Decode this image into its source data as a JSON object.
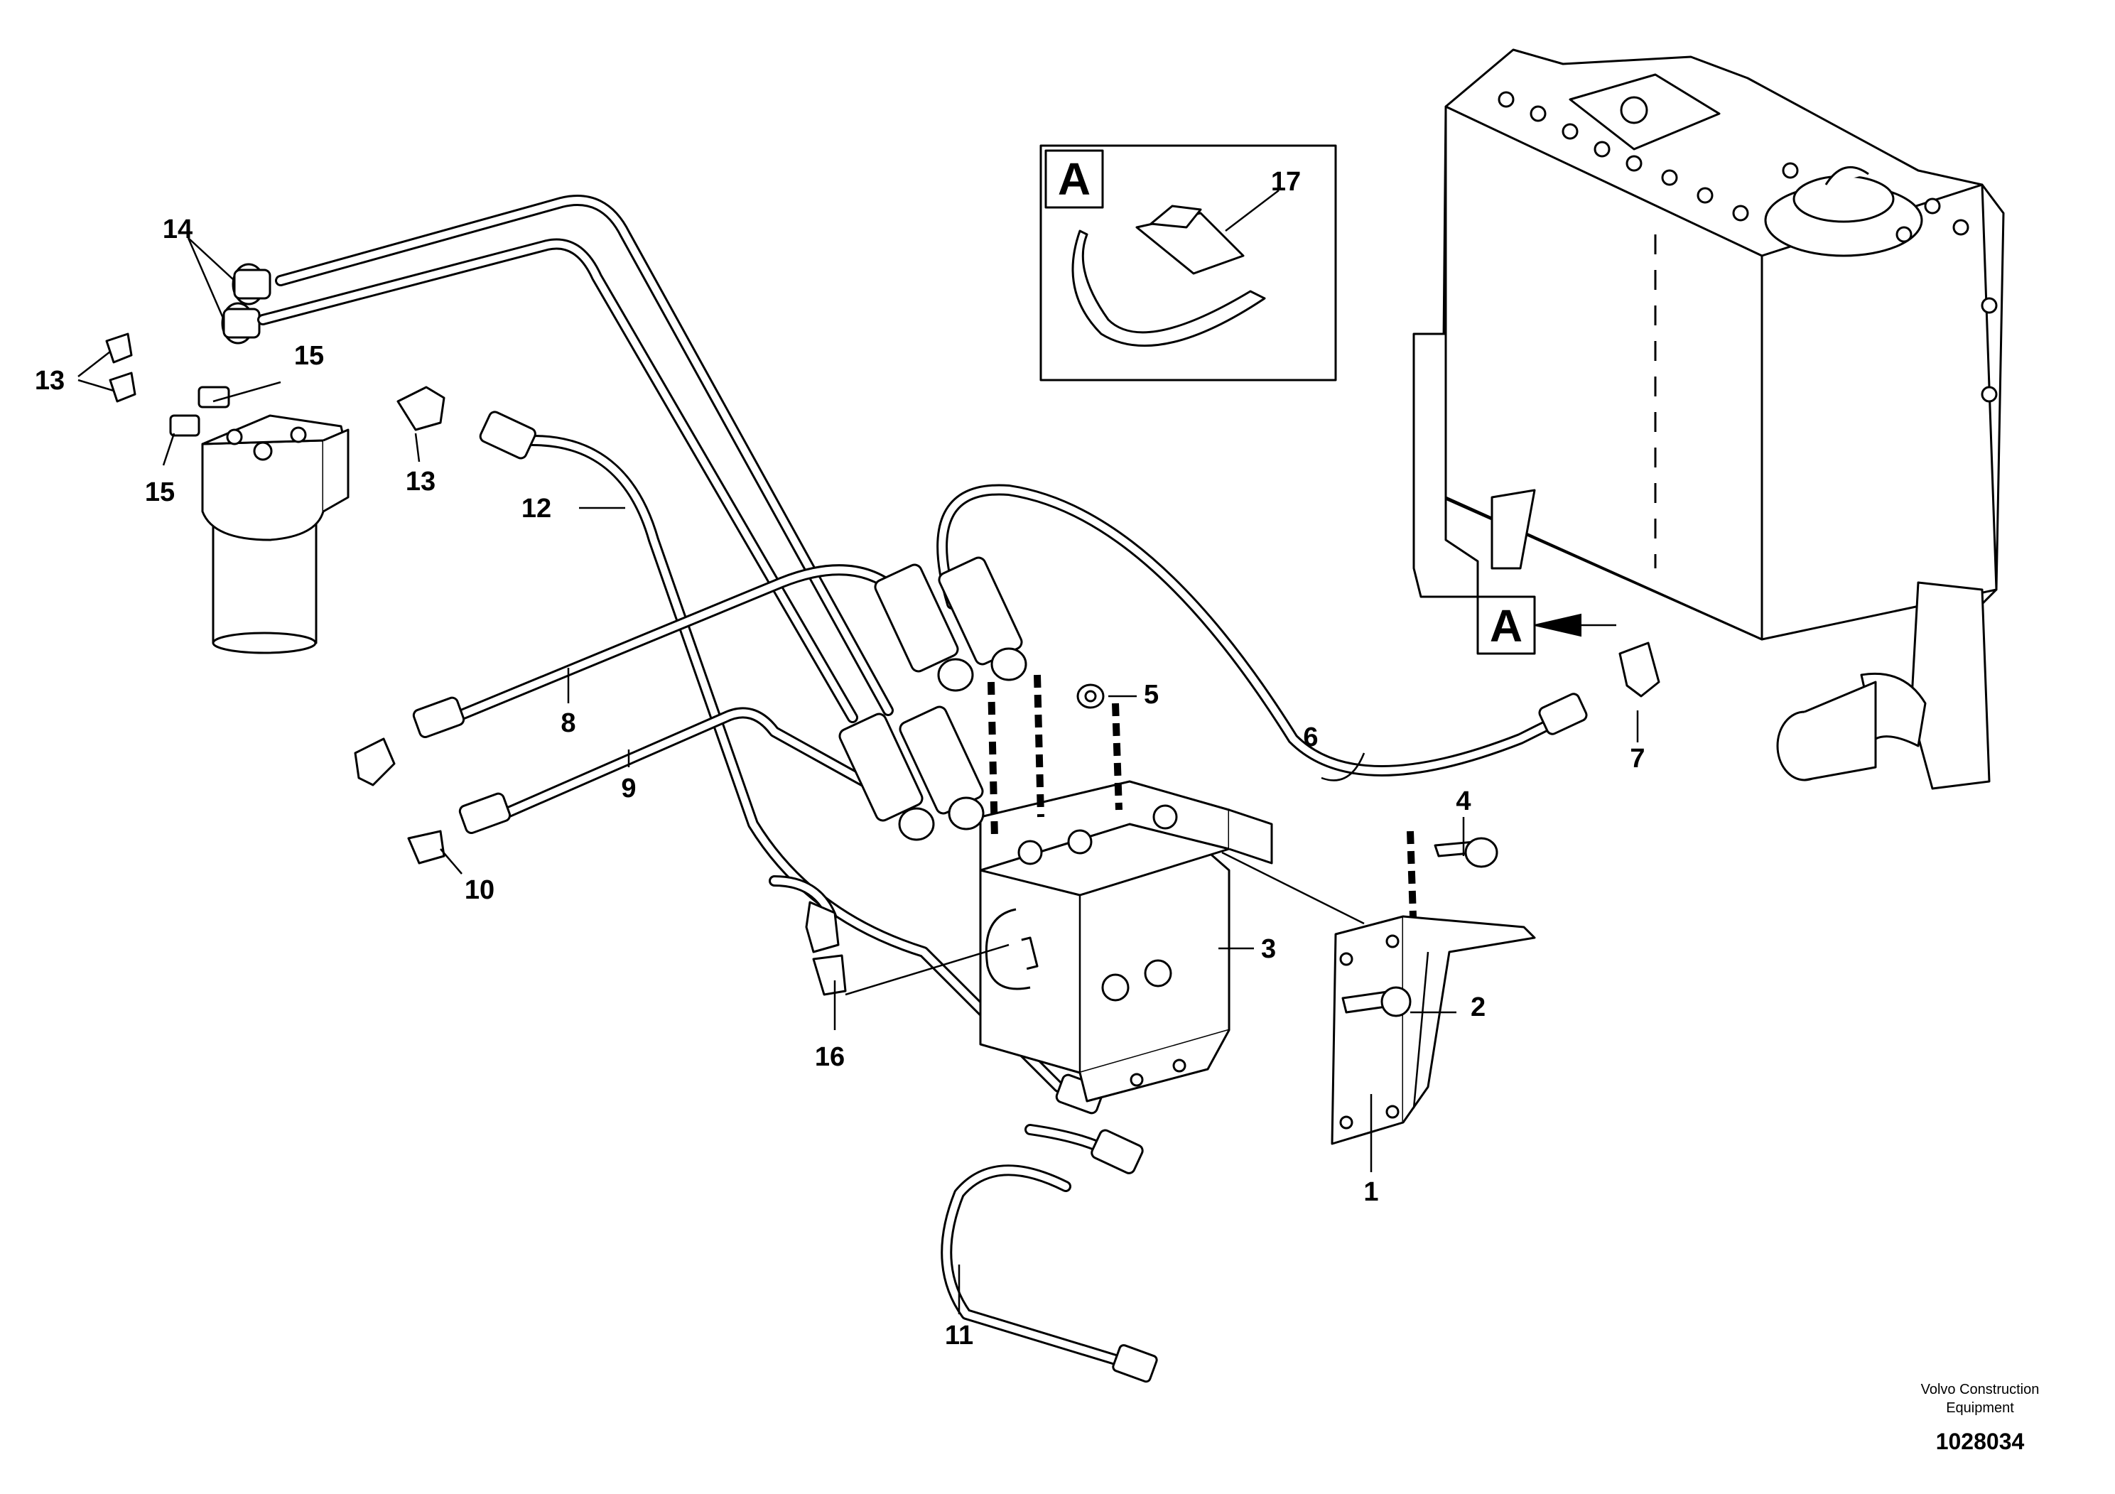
{
  "diagram": {
    "callouts": [
      "1",
      "2",
      "3",
      "4",
      "5",
      "6",
      "7",
      "8",
      "9",
      "10",
      "11",
      "12",
      "13",
      "13",
      "14",
      "15",
      "15",
      "16",
      "17"
    ],
    "view_label": "A",
    "detail_label": "A",
    "credit_line1": "Volvo Construction",
    "credit_line2": "Equipment",
    "drawing_number": "1028034"
  }
}
